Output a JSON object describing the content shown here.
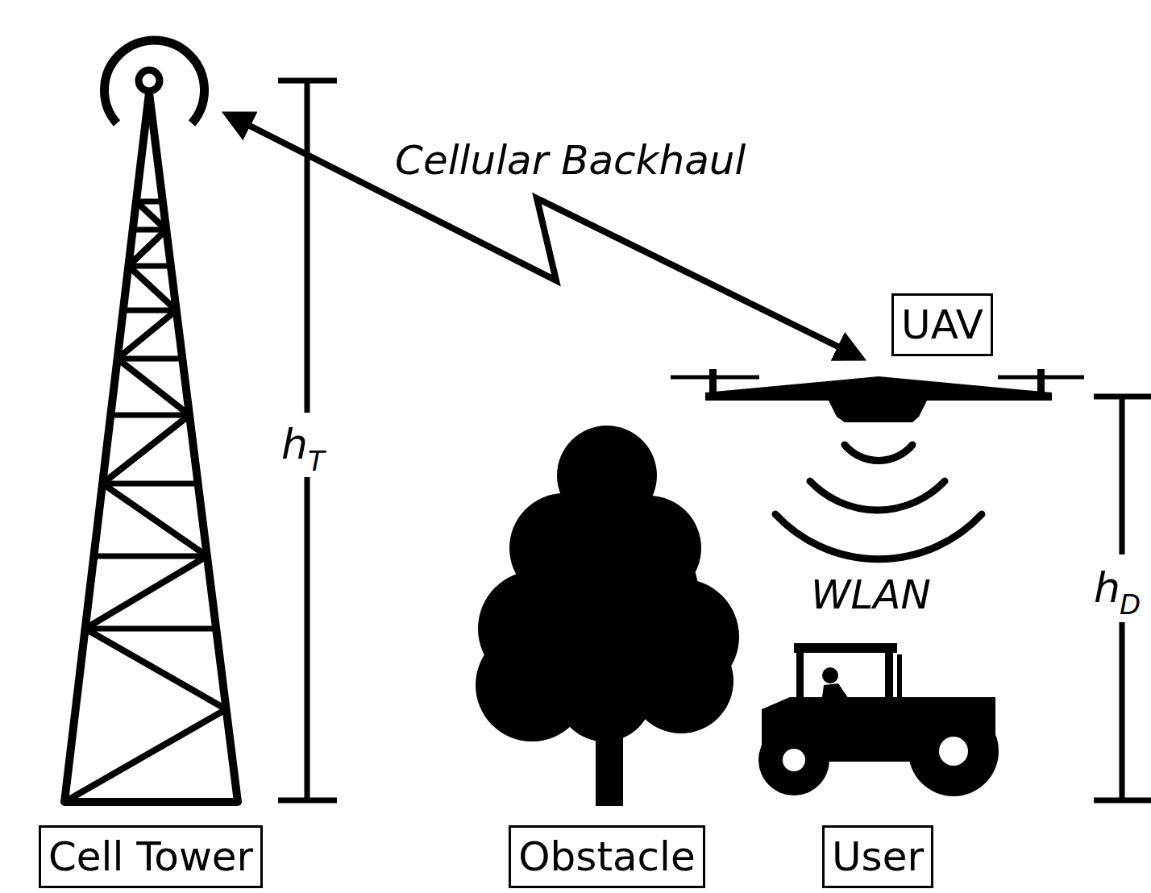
{
  "diagram": {
    "nodes": [
      {
        "text": [
          "Cell Tower"
        ]
      },
      {
        "text": [
          "Obstacle"
        ]
      },
      {
        "text": [
          "User"
        ]
      },
      {
        "text": [
          "UAV"
        ]
      }
    ],
    "labels": [
      "Cellular Backhaul",
      "WLAN",
      "h",
      "T",
      "h",
      "D"
    ]
  }
}
